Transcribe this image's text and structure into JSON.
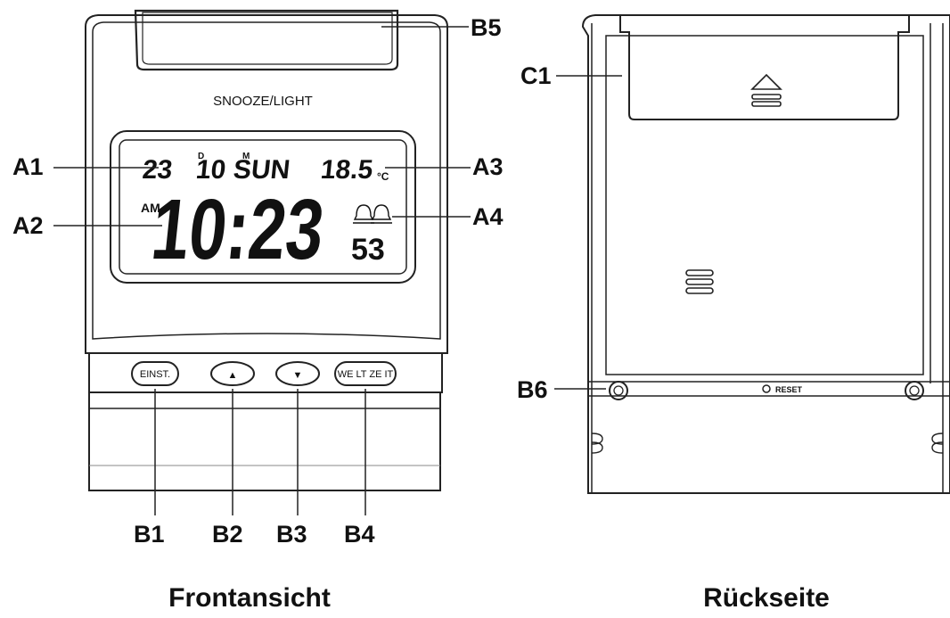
{
  "front": {
    "caption": "Frontansicht",
    "snooze_label": "SNOOZE/LIGHT",
    "lcd": {
      "am": "AM",
      "day": "23",
      "day_suffix": "D",
      "month": "10",
      "month_suffix": "M",
      "weekday": "SUN",
      "temp": "18.5",
      "temp_unit": "°C",
      "time": "10:23",
      "seconds": "53"
    },
    "buttons": {
      "set": "EINST.",
      "up": "▲",
      "down": "▼",
      "worldtime": "WE LT ZE IT"
    },
    "callouts": {
      "a1": "A1",
      "a2": "A2",
      "a3": "A3",
      "a4": "A4",
      "b1": "B1",
      "b2": "B2",
      "b3": "B3",
      "b4": "B4",
      "b5": "B5"
    }
  },
  "back": {
    "caption": "Rückseite",
    "reset_label": "RESET",
    "callouts": {
      "c1": "C1",
      "b6": "B6"
    }
  }
}
